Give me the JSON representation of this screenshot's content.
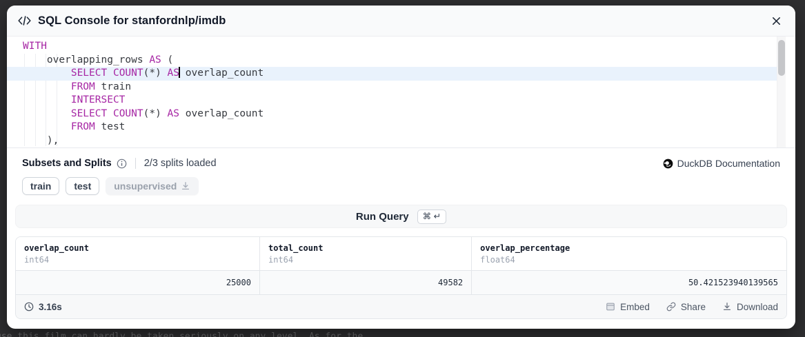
{
  "backdrop": {
    "dimmed_text": "use this film can hardly be taken seriously on any level. As for the"
  },
  "modal": {
    "title": "SQL Console for stanfordnlp/imdb"
  },
  "editor": {
    "lines": [
      {
        "active": false,
        "tokens": [
          [
            "kw",
            "WITH"
          ]
        ]
      },
      {
        "active": false,
        "tokens": [
          [
            "pl",
            "    overlapping_rows "
          ],
          [
            "kw",
            "AS"
          ],
          [
            "pl",
            " ("
          ]
        ]
      },
      {
        "active": true,
        "tokens": [
          [
            "pl",
            "        "
          ],
          [
            "kw",
            "SELECT"
          ],
          [
            "pl",
            " "
          ],
          [
            "kw",
            "COUNT"
          ],
          [
            "pl",
            "(*) "
          ],
          [
            "kw",
            "AS"
          ],
          [
            "cursor",
            ""
          ],
          [
            "pl",
            " overlap_count"
          ]
        ]
      },
      {
        "active": false,
        "tokens": [
          [
            "pl",
            "        "
          ],
          [
            "kw",
            "FROM"
          ],
          [
            "pl",
            " train"
          ]
        ]
      },
      {
        "active": false,
        "tokens": [
          [
            "pl",
            "        "
          ],
          [
            "kw",
            "INTERSECT"
          ]
        ]
      },
      {
        "active": false,
        "tokens": [
          [
            "pl",
            "        "
          ],
          [
            "kw",
            "SELECT"
          ],
          [
            "pl",
            " "
          ],
          [
            "kw",
            "COUNT"
          ],
          [
            "pl",
            "(*) "
          ],
          [
            "kw",
            "AS"
          ],
          [
            "pl",
            " overlap_count"
          ]
        ]
      },
      {
        "active": false,
        "tokens": [
          [
            "pl",
            "        "
          ],
          [
            "kw",
            "FROM"
          ],
          [
            "pl",
            " test"
          ]
        ]
      },
      {
        "active": false,
        "tokens": [
          [
            "pl",
            "    ),"
          ]
        ]
      }
    ],
    "keyword_color": "#a626a4",
    "active_line_color": "#e9f2fc"
  },
  "splits": {
    "label": "Subsets and Splits",
    "status": "2/3 splits loaded",
    "items": [
      {
        "label": "train",
        "loaded": true
      },
      {
        "label": "test",
        "loaded": true
      },
      {
        "label": "unsupervised",
        "loaded": false
      }
    ]
  },
  "docs_link": {
    "label": "DuckDB Documentation"
  },
  "run_query": {
    "label": "Run Query",
    "shortcut": "⌘ ↵"
  },
  "results": {
    "columns": [
      {
        "name": "overlap_count",
        "type": "int64"
      },
      {
        "name": "total_count",
        "type": "int64"
      },
      {
        "name": "overlap_percentage",
        "type": "float64"
      }
    ],
    "rows": [
      [
        "25000",
        "49582",
        "50.421523940139565"
      ]
    ],
    "elapsed": "3.16s",
    "actions": [
      {
        "label": "Embed",
        "icon": "embed-icon"
      },
      {
        "label": "Share",
        "icon": "share-icon"
      },
      {
        "label": "Download",
        "icon": "download-icon"
      }
    ]
  }
}
